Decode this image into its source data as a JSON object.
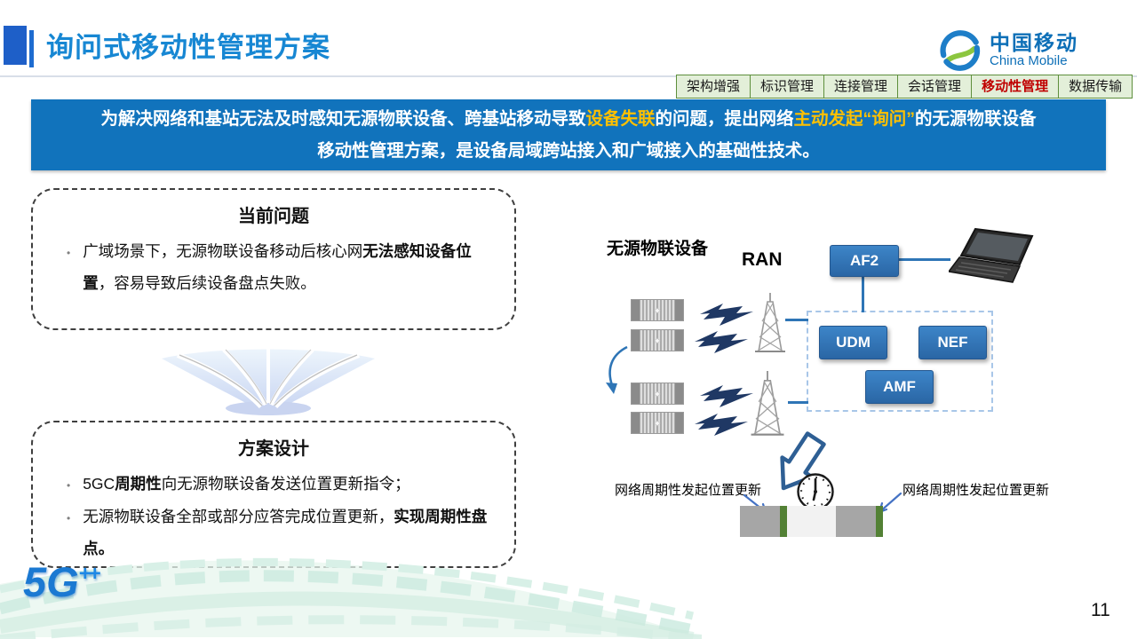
{
  "header": {
    "title": "询问式移动性管理方案",
    "logo_cn": "中国移动",
    "logo_en": "China Mobile"
  },
  "tabs": [
    {
      "label": "架构增强",
      "active": false
    },
    {
      "label": "标识管理",
      "active": false
    },
    {
      "label": "连接管理",
      "active": false
    },
    {
      "label": "会话管理",
      "active": false
    },
    {
      "label": "移动性管理",
      "active": true
    },
    {
      "label": "数据传输",
      "active": false
    }
  ],
  "banner": {
    "seg1": "为解决网络和基站无法及时感知无源物联设备、跨基站移动导致",
    "hl1": "设备失联",
    "seg2": "的问题，提出网络",
    "hl2": "主动发起“询问”",
    "seg3": "的无源物联设备",
    "line2": "移动性管理方案，是设备局域跨站接入和广域接入的基础性技术。"
  },
  "problem_box": {
    "title": "当前问题",
    "b1_pre": "广域场景下，无源物联设备移动后核心网",
    "b1_bold": "无法感知设备位置",
    "b1_post": "，容易导致后续设备盘点失败。"
  },
  "design_box": {
    "title": "方案设计",
    "b1_pre": "5GC",
    "b1_bold": "周期性",
    "b1_post": "向无源物联设备发送位置更新指令；",
    "b2_pre": "无源物联设备全部或部分应答完成位置更新，",
    "b2_bold": "实现周期性盘点。"
  },
  "diagram": {
    "device_label": "无源物联设备",
    "ran_label": "RAN",
    "af2": "AF2",
    "udm": "UDM",
    "nef": "NEF",
    "amf": "AMF",
    "note_left": "网络周期性发起位置更新",
    "note_right": "网络周期性发起位置更新"
  },
  "footer": {
    "logo": "5G",
    "logo_sup": "++",
    "page": "11"
  },
  "icons": {
    "china-mobile-logo": "blue-green swirl globe",
    "rfid-tag": "striped passive IoT tag",
    "base-station": "lattice radio tower",
    "lightning": "navy bolt",
    "laptop": "dark laptop",
    "clock": "clock face",
    "block-arrow": "hollow arrow down-left",
    "converge-graphic": "light-blue ray funnel",
    "wave-decoration": "teal waves"
  },
  "colors": {
    "accent_blue": "#1E5FC8",
    "title_blue": "#1787D3",
    "banner_blue": "#1173BC",
    "highlight_yellow": "#FFC000",
    "tab_bg": "#E3EFD9",
    "tab_border": "#5E8F3C",
    "tab_active_red": "#C00000",
    "node_blue": "#2E75B6",
    "bolt_navy": "#1F3864",
    "timeline_gray": "#A6A6A6",
    "timeline_green": "#538135",
    "wave_teal": "#CDEBE0"
  }
}
